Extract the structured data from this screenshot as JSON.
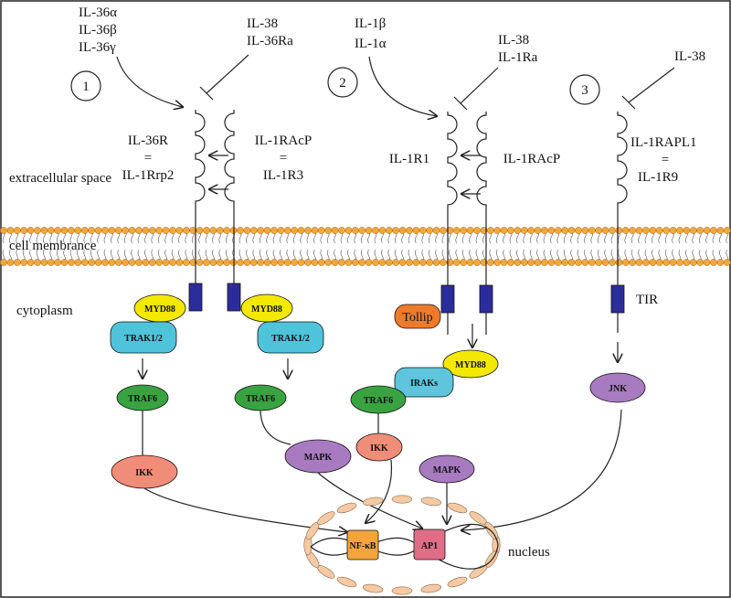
{
  "steps": [
    "1",
    "2",
    "3"
  ],
  "regions": {
    "extracellular": "extracellular space",
    "membrane": "cell membrance",
    "cytoplasm": "cytoplasm",
    "nucleus": "nucleus"
  },
  "pathway1": {
    "agonists": [
      "IL-36α",
      "IL-36β",
      "IL-36γ"
    ],
    "antagonists": [
      "IL-38",
      "IL-36Ra"
    ],
    "receptor": [
      "IL-36R",
      "=",
      "IL-1Rrp2"
    ],
    "coreceptor": [
      "IL-1RAcP",
      "=",
      "IL-1R3"
    ],
    "left": {
      "myd88": "MYD88",
      "trak": "TRAK1/2",
      "traf6": "TRAF6",
      "ikk": "IKK"
    },
    "right": {
      "myd88": "MYD88",
      "trak": "TRAK1/2",
      "traf6": "TRAF6",
      "mapk": "MAPK"
    }
  },
  "pathway2": {
    "agonists": [
      "IL-1β",
      "IL-1α"
    ],
    "antagonists": [
      "IL-38",
      "IL-1Ra"
    ],
    "receptor": "IL-1R1",
    "coreceptor": "IL-1RAcP",
    "tollip": "Tollip",
    "myd88": "MYD88",
    "iraks": "IRAKs",
    "traf6": "TRAF6",
    "ikk": "IKK",
    "mapk": "MAPK"
  },
  "pathway3": {
    "ligand": "IL-38",
    "receptor": [
      "IL-1RAPL1",
      "=",
      "IL-1R9"
    ],
    "tir": "TIR",
    "jnk": "JNK"
  },
  "nucleus_factors": {
    "nfkb": "NF-κB",
    "ap1": "AP1"
  },
  "colors": {
    "myd88": "#f2e800",
    "trak": "#4fc3d9",
    "traf6": "#3aa341",
    "ikk": "#f08d78",
    "mapk": "#a87ac0",
    "jnk": "#a87ac0",
    "tollip": "#ef7a2a",
    "iraks": "#5ec5dc",
    "tir": "#2c2c9c",
    "nfkb": "#f3a53b",
    "ap1": "#e06d86",
    "lipid": "#f3a73c",
    "nucleus_envelope": "#f5c9a3"
  }
}
